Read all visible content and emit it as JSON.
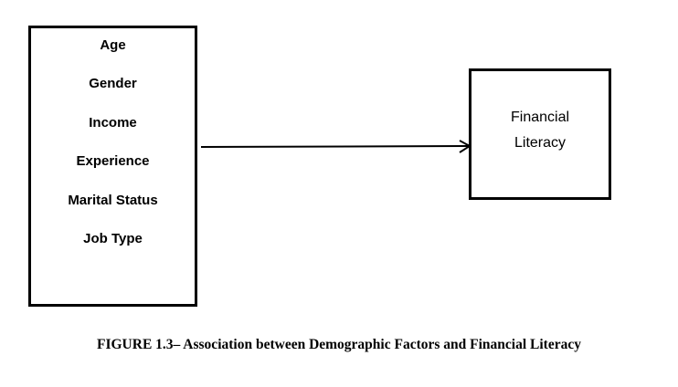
{
  "diagram": {
    "factors": [
      "Age",
      "Gender",
      "Income",
      "Experience",
      "Marital Status",
      "Job Type"
    ],
    "outcome": [
      "Financial",
      "Literacy"
    ],
    "caption": "FIGURE  1.3– Association between Demographic  Factors and  Financial  Literacy"
  }
}
